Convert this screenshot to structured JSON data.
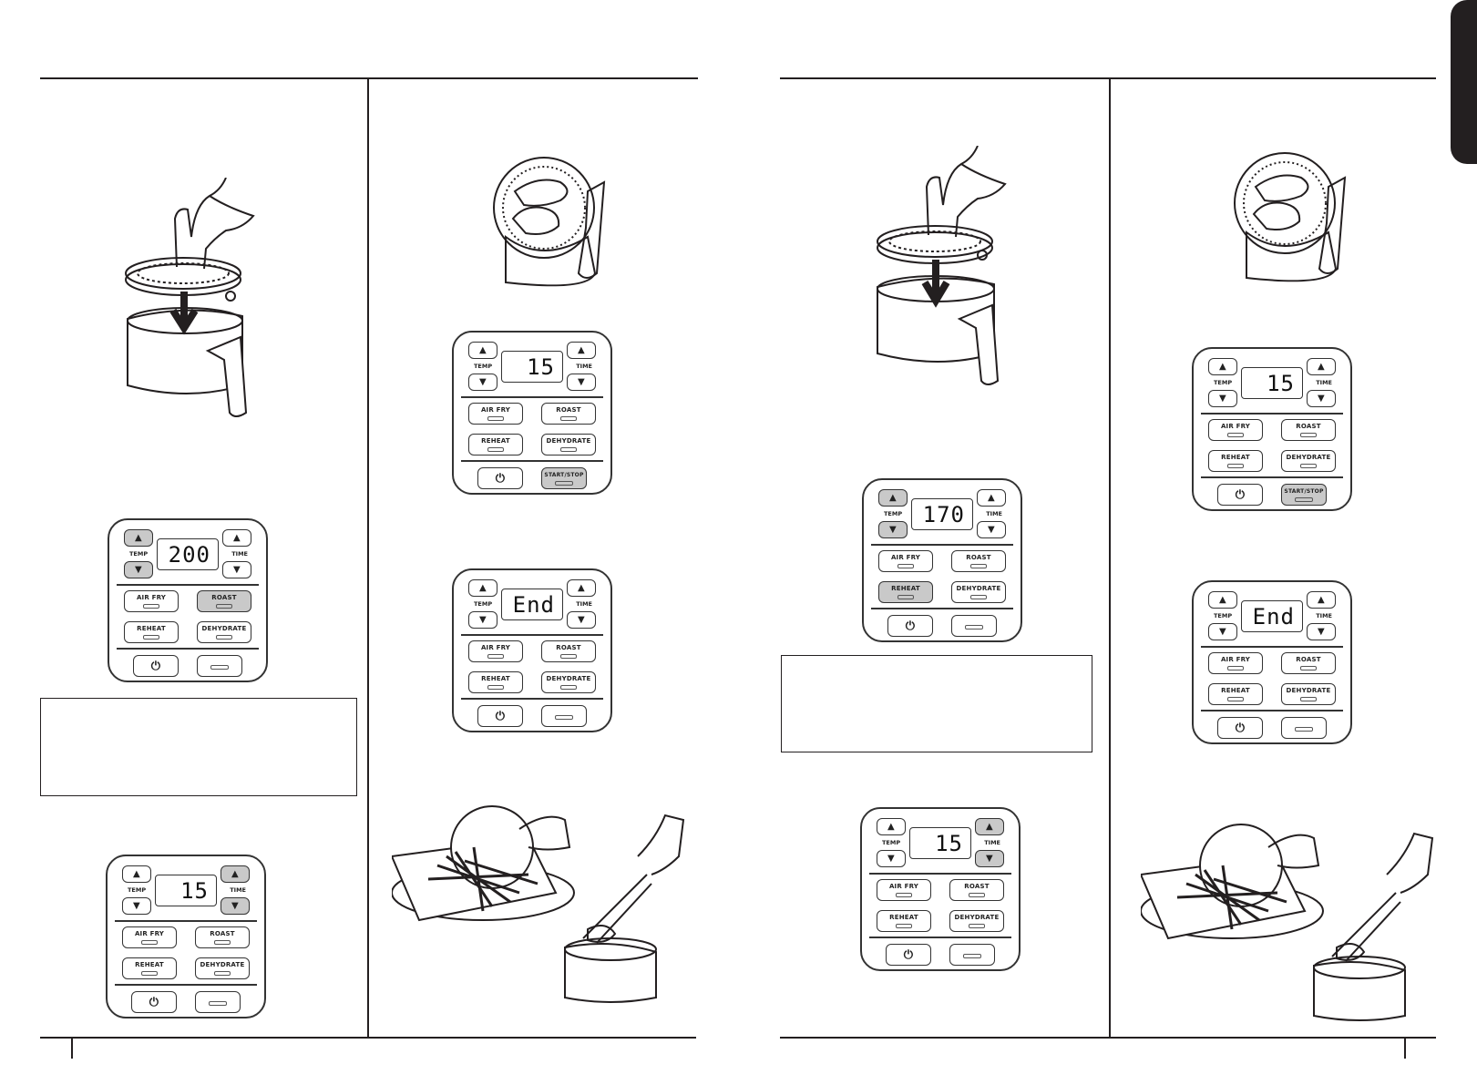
{
  "panels": [
    {
      "display": "200",
      "temp_label": "TEMP",
      "time_label": "TIME",
      "up": "▲",
      "down": "▼",
      "power": "⏻",
      "start_stop": "",
      "buttons": [
        "AIR FRY",
        "ROAST",
        "REHEAT",
        "DEHYDRATE"
      ],
      "highlighted": [
        "temp_up",
        "temp_down",
        "ROAST"
      ]
    },
    {
      "display": "15",
      "temp_label": "TEMP",
      "time_label": "TIME",
      "up": "▲",
      "down": "▼",
      "power": "⏻",
      "start_stop": "",
      "buttons": [
        "AIR FRY",
        "ROAST",
        "REHEAT",
        "DEHYDRATE"
      ],
      "highlighted": [
        "time_up",
        "time_down"
      ]
    },
    {
      "display": "15",
      "temp_label": "TEMP",
      "time_label": "TIME",
      "up": "▲",
      "down": "▼",
      "power": "⏻",
      "start_stop": "START/STOP",
      "buttons": [
        "AIR FRY",
        "ROAST",
        "REHEAT",
        "DEHYDRATE"
      ],
      "highlighted": [
        "start_stop"
      ]
    },
    {
      "display": "End",
      "temp_label": "TEMP",
      "time_label": "TIME",
      "up": "▲",
      "down": "▼",
      "power": "⏻",
      "start_stop": "",
      "buttons": [
        "AIR FRY",
        "ROAST",
        "REHEAT",
        "DEHYDRATE"
      ],
      "highlighted": []
    },
    {
      "display": "170",
      "temp_label": "TEMP",
      "time_label": "TIME",
      "up": "▲",
      "down": "▼",
      "power": "⏻",
      "start_stop": "",
      "buttons": [
        "AIR FRY",
        "ROAST",
        "REHEAT",
        "DEHYDRATE"
      ],
      "highlighted": [
        "temp_up",
        "temp_down",
        "REHEAT"
      ]
    },
    {
      "display": "15",
      "temp_label": "TEMP",
      "time_label": "TIME",
      "up": "▲",
      "down": "▼",
      "power": "⏻",
      "start_stop": "",
      "buttons": [
        "AIR FRY",
        "ROAST",
        "REHEAT",
        "DEHYDRATE"
      ],
      "highlighted": [
        "time_up",
        "time_down"
      ]
    },
    {
      "display": "15",
      "temp_label": "TEMP",
      "time_label": "TIME",
      "up": "▲",
      "down": "▼",
      "power": "⏻",
      "start_stop": "START/STOP",
      "buttons": [
        "AIR FRY",
        "ROAST",
        "REHEAT",
        "DEHYDRATE"
      ],
      "highlighted": [
        "start_stop"
      ]
    },
    {
      "display": "End",
      "temp_label": "TEMP",
      "time_label": "TIME",
      "up": "▲",
      "down": "▼",
      "power": "⏻",
      "start_stop": "",
      "buttons": [
        "AIR FRY",
        "ROAST",
        "REHEAT",
        "DEHYDRATE"
      ],
      "highlighted": []
    }
  ],
  "illustrations": {
    "crisper_plate_insert": "crisper-plate-insert",
    "basket_with_food": "basket-with-food",
    "serving_food": "serving-food"
  },
  "colors": {
    "line": "#231f20",
    "highlight": "#c9c9c9",
    "tab": "#231f20"
  }
}
